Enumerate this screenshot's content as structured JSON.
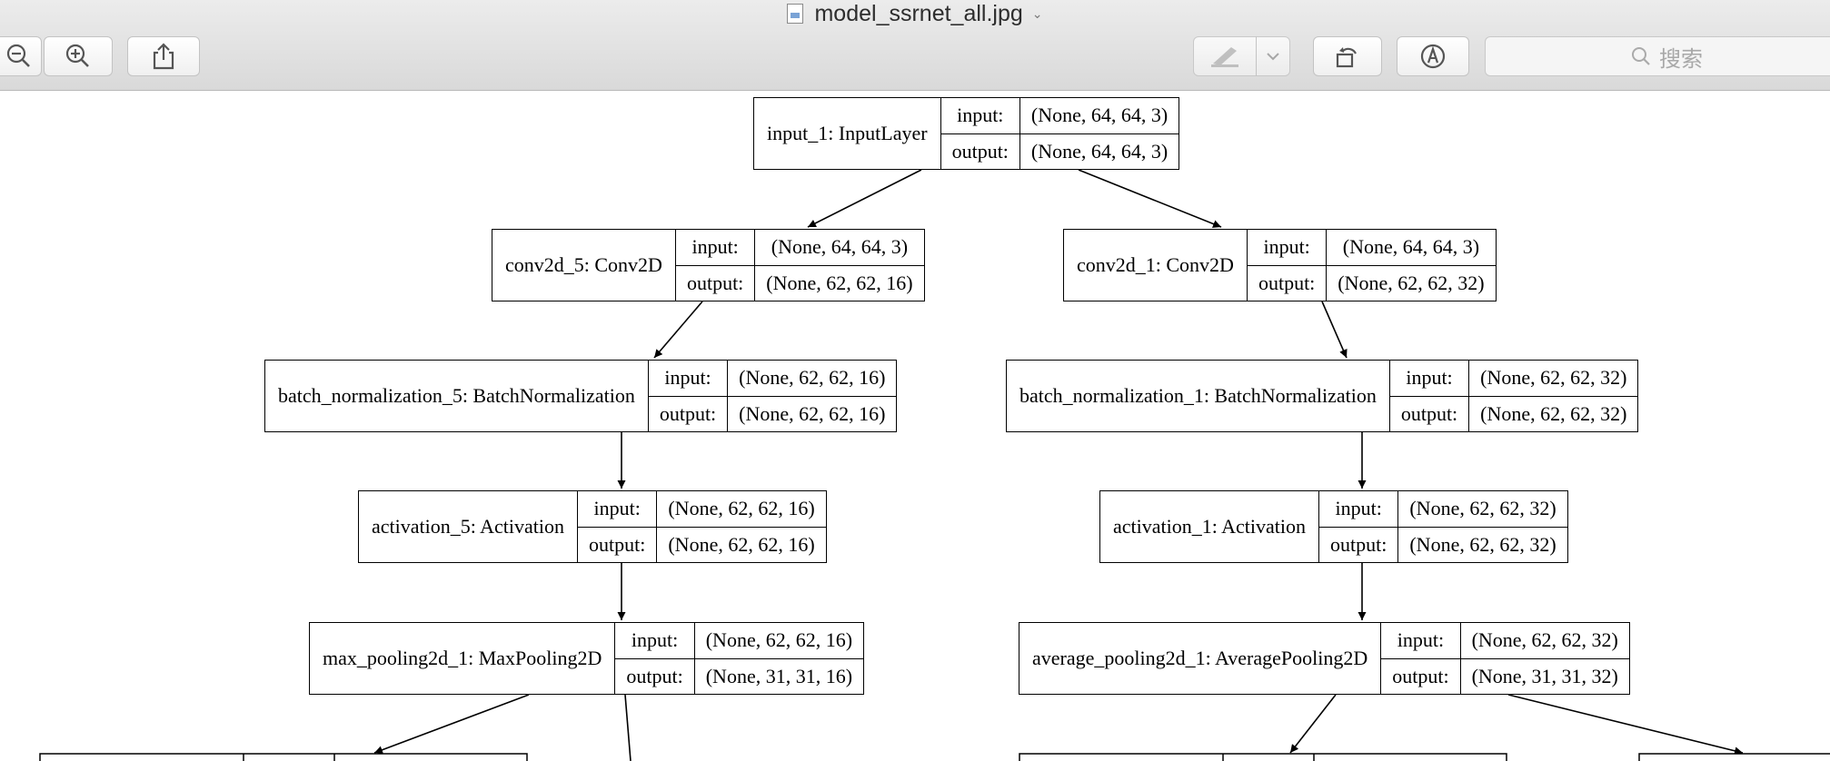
{
  "window": {
    "title": "model_ssrnet_all.jpg",
    "search_placeholder": "搜索"
  },
  "toolbar": {
    "icons": [
      "zoom-out-icon",
      "zoom-in-icon",
      "share-icon",
      "highlight-icon",
      "chevron-down-icon",
      "rotate-icon",
      "markup-icon",
      "search-icon"
    ]
  },
  "labels": {
    "input": "input:",
    "output": "output:"
  },
  "nodes": {
    "input_1": {
      "name": "input_1: InputLayer",
      "input": "(None, 64, 64, 3)",
      "output": "(None, 64, 64, 3)"
    },
    "conv2d_5": {
      "name": "conv2d_5: Conv2D",
      "input": "(None, 64, 64, 3)",
      "output": "(None, 62, 62, 16)"
    },
    "conv2d_1": {
      "name": "conv2d_1: Conv2D",
      "input": "(None, 64, 64, 3)",
      "output": "(None, 62, 62, 32)"
    },
    "bn_5": {
      "name": "batch_normalization_5: BatchNormalization",
      "input": "(None, 62, 62, 16)",
      "output": "(None, 62, 62, 16)"
    },
    "bn_1": {
      "name": "batch_normalization_1: BatchNormalization",
      "input": "(None, 62, 62, 32)",
      "output": "(None, 62, 62, 32)"
    },
    "act_5": {
      "name": "activation_5: Activation",
      "input": "(None, 62, 62, 16)",
      "output": "(None, 62, 62, 16)"
    },
    "act_1": {
      "name": "activation_1: Activation",
      "input": "(None, 62, 62, 32)",
      "output": "(None, 62, 62, 32)"
    },
    "maxpool_1": {
      "name": "max_pooling2d_1: MaxPooling2D",
      "input": "(None, 62, 62, 16)",
      "output": "(None, 31, 31, 16)"
    },
    "avgpool_1": {
      "name": "average_pooling2d_1: AveragePooling2D",
      "input": "(None, 62, 62, 32)",
      "output": "(None, 31, 31, 32)"
    }
  }
}
